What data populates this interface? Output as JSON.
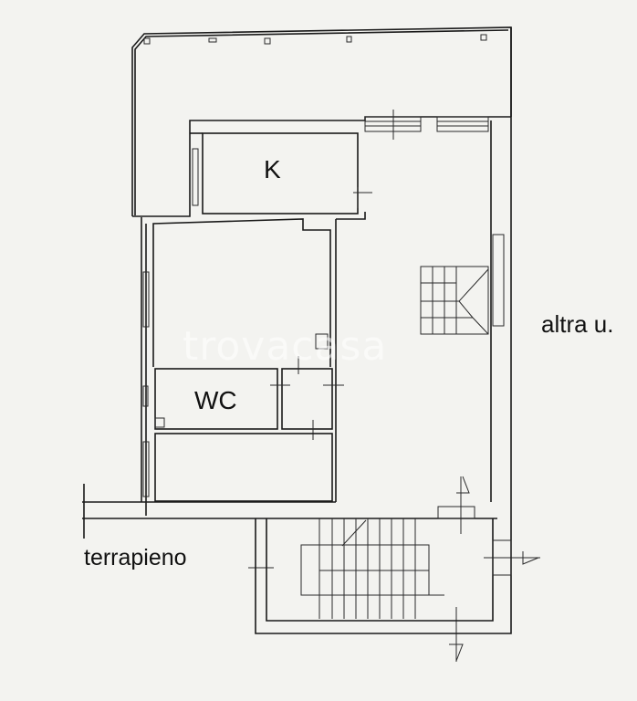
{
  "plan": {
    "rooms": [
      {
        "id": "kitchen",
        "label": "K"
      },
      {
        "id": "wc",
        "label": "WC"
      }
    ],
    "annotations": {
      "right": "altra u.",
      "left": "terrapieno"
    },
    "watermark": "trovacasa",
    "colors": {
      "background": "#f3f3f0",
      "lines": "#1a1a1a"
    }
  }
}
